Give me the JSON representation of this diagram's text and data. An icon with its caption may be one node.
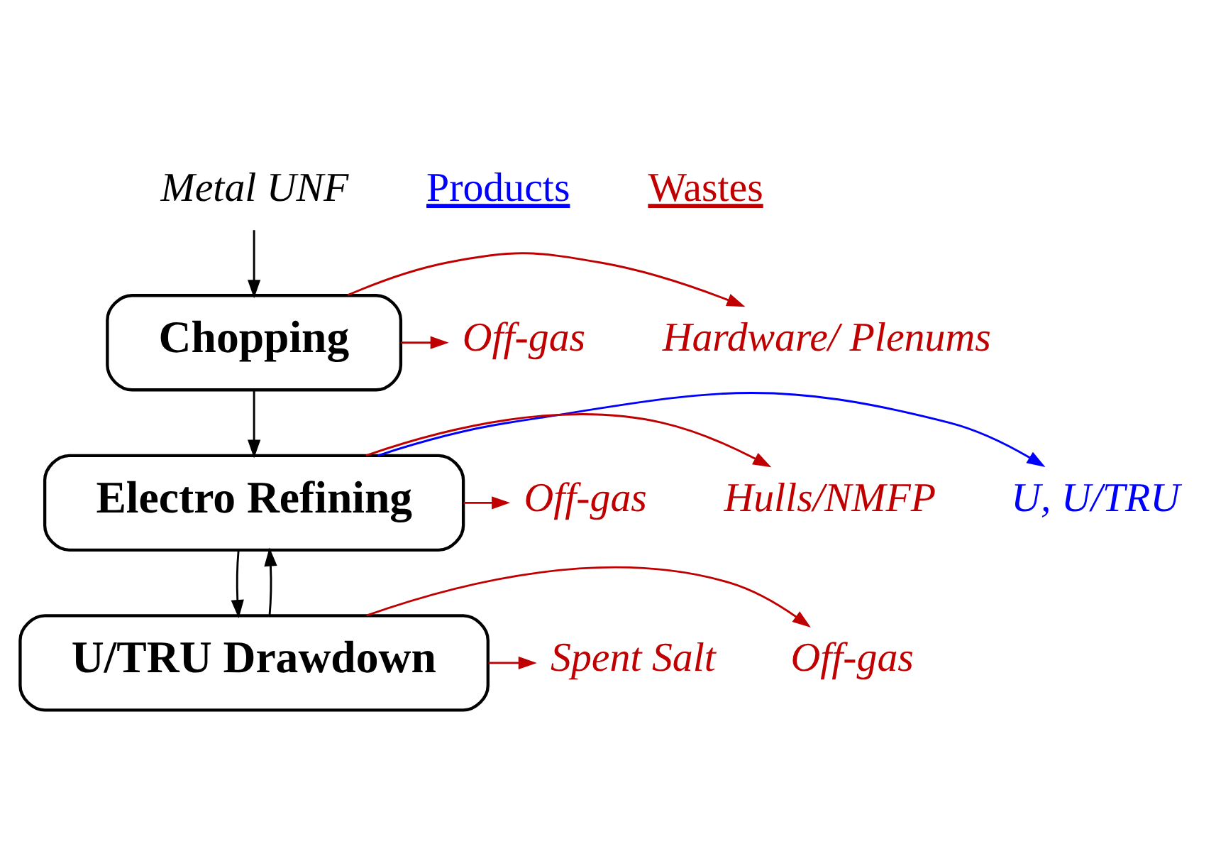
{
  "diagram": {
    "nodes": [
      {
        "text": [
          "Metal UNF"
        ]
      },
      {
        "text": [
          "Chopping"
        ]
      },
      {
        "text": [
          "Hardware/ Plenums"
        ]
      },
      {
        "text": [
          "Off-gas"
        ]
      },
      {
        "text": [
          "Electro Refining"
        ]
      },
      {
        "text": [
          "U, U/TRU"
        ]
      },
      {
        "text": [
          "Hulls/NMFP"
        ]
      },
      {
        "text": [
          "Off-gas"
        ]
      },
      {
        "text": [
          "U/TRU Drawdown"
        ]
      },
      {
        "text": [
          "Off-gas"
        ]
      },
      {
        "text": [
          "Spent Salt"
        ]
      }
    ],
    "edges": [
      {
        "from": 0,
        "to": 1,
        "arrow": "to",
        "color": "#000000"
      },
      {
        "from": 1,
        "to": 2,
        "arrow": "to"
      },
      {
        "from": 1,
        "to": 3,
        "arrow": "to"
      },
      {
        "from": 1,
        "to": 4,
        "arrow": "to",
        "color": "#000000"
      },
      {
        "from": 4,
        "to": 5,
        "arrow": "to",
        "color": "#0000ff"
      },
      {
        "from": 4,
        "to": 6,
        "arrow": "to"
      },
      {
        "from": 4,
        "to": 7,
        "arrow": "to"
      },
      {
        "from": 4,
        "to": 8,
        "arrow": "to",
        "color": "#000000"
      },
      {
        "from": 8,
        "to": 4,
        "arrow": "to",
        "color": "#000000"
      },
      {
        "from": 8,
        "to": 9,
        "arrow": "to"
      },
      {
        "from": 8,
        "to": 10,
        "arrow": "to"
      }
    ],
    "labels": [
      "Products",
      "Wastes"
    ]
  }
}
